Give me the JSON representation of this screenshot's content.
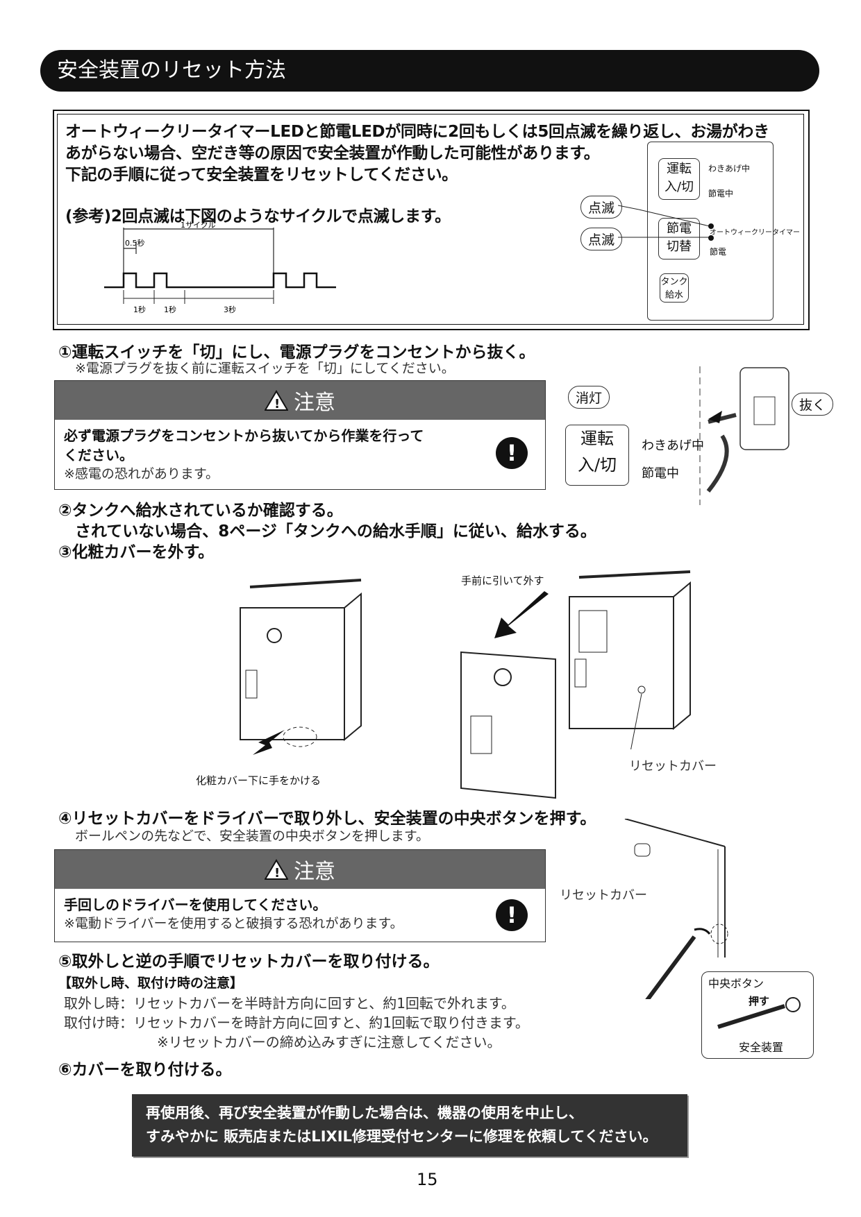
{
  "header": {
    "title": "安全装置のリセット方法"
  },
  "intro": {
    "line1": "オートウィークリータイマーLEDと節電LEDが同時に2回もしくは5回点滅を繰り返し、お湯がわき",
    "line2": "あがらない場合、空だき等の原因で安全装置が作動した可能性があります。",
    "line3": "下記の手順に従って安全装置をリセットしてください。",
    "reference": "(参考)2回点滅は下図のようなサイクルで点滅します。"
  },
  "timing": {
    "cycle": "1サイクル",
    "half": "0.5秒",
    "s1a": "1秒",
    "s1b": "1秒",
    "s3": "3秒"
  },
  "panel": {
    "blink1": "点滅",
    "blink2": "点滅",
    "btn_run1": "運転",
    "btn_run2": "入/切",
    "btn_save1": "節電",
    "btn_save2": "切替",
    "btn_tank1": "タンク",
    "btn_tank2": "給水",
    "led_boil": "わきあげ中",
    "led_save_on": "節電中",
    "led_timer": "オートウィークリータイマー",
    "led_save": "節電"
  },
  "step1": {
    "title": "①運転スイッチを「切」にし、電源プラグをコンセントから抜く。",
    "note": "※電源プラグを抜く前に運転スイッチを「切」にしてください。"
  },
  "caution1": {
    "heading": "注意",
    "line1": "必ず電源プラグをコンセントから抜いてから作業を行って",
    "line2": "ください。",
    "note": "※感電の恐れがあります。"
  },
  "fig1": {
    "off": "消灯",
    "run1": "運転",
    "run2": "入/切",
    "boil": "わきあげ中",
    "save": "節電中",
    "unplug": "抜く"
  },
  "step2": {
    "title": "②タンクへ給水されているか確認する。",
    "line2": "されていない場合、8ページ「タンクへの給水手順」に従い、給水する。"
  },
  "step3": {
    "title": "③化粧カバーを外す。"
  },
  "fig3": {
    "left_caption": "化粧カバー下に手をかける",
    "right_caption": "手前に引いて外す",
    "reset_cover": "リセットカバー"
  },
  "step4": {
    "title": "④リセットカバーをドライバーで取り外し、安全装置の中央ボタンを押す。",
    "note": "ボールペンの先などで、安全装置の中央ボタンを押します。"
  },
  "caution2": {
    "heading": "注意",
    "line1": "手回しのドライバーを使用してください。",
    "note": "※電動ドライバーを使用すると破損する恐れがあります。"
  },
  "fig4": {
    "reset_cover": "リセットカバー",
    "center_button": "中央ボタン",
    "push": "押す",
    "safety": "安全装置"
  },
  "step5": {
    "title": "⑤取外しと逆の手順でリセットカバーを取り付ける。",
    "sub": "【取外し時、取付け時の注意】",
    "remove": "取外し時：リセットカバーを半時計方向に回すと、約1回転で外れます。",
    "attach": "取付け時：リセットカバーを時計方向に回すと、約1回転で取り付きます。",
    "caution": "※リセットカバーの締め込みすぎに注意してください。"
  },
  "step6": {
    "title": "⑥カバーを取り付ける。"
  },
  "final": {
    "line1": "再使用後、再び安全装置が作動した場合は、機器の使用を中止し、",
    "line2": "すみやかに 販売店またはLIXIL修理受付センターに修理を依頼してください。"
  },
  "page_number": "15"
}
